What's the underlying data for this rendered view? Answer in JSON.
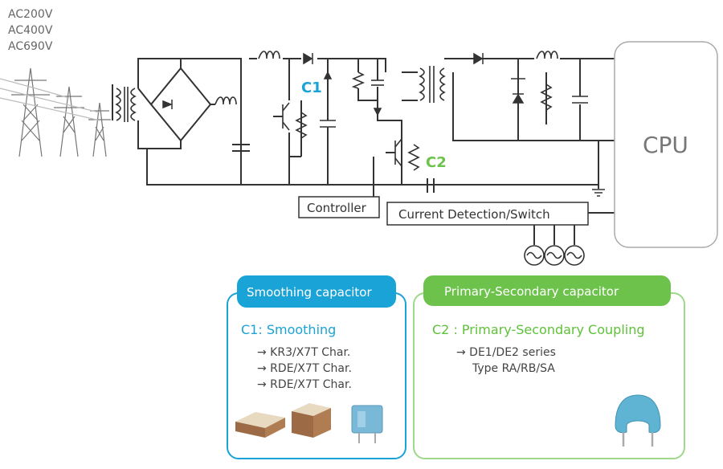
{
  "voltages": [
    "AC200V",
    "AC400V",
    "AC690V"
  ],
  "labels": {
    "c1": "C1",
    "c2": "C2",
    "cpu": "CPU",
    "controller": "Controller",
    "current_detection": "Current Detection/Switch"
  },
  "smoothing": {
    "title": "Smoothing capacitor",
    "heading": "C1:  Smoothing",
    "items": [
      "→ KR3/X7T Char.",
      "→ RDE/X7T Char.",
      "→ RDE/X7T Char."
    ]
  },
  "coupling": {
    "title": "Primary-Secondary capacitor",
    "heading": "C2 : Primary-Secondary Coupling",
    "items": [
      "→ DE1/DE2 series",
      "Type RA/RB/SA"
    ]
  },
  "colors": {
    "blue": "#1aa3d6",
    "green": "#6cc24a",
    "wire": "#333333"
  }
}
